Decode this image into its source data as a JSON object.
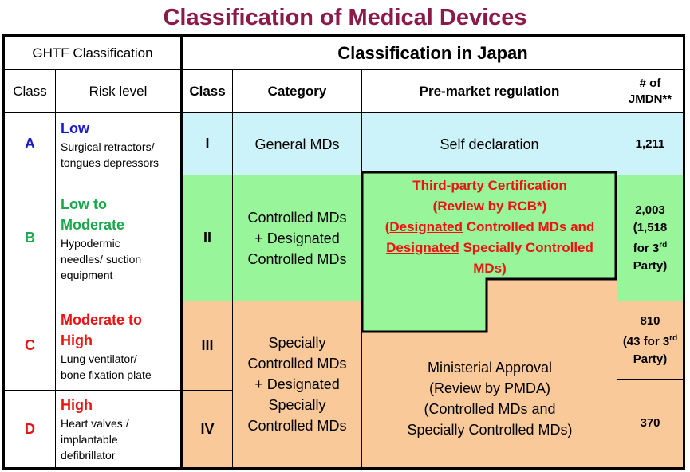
{
  "title": "Classification of Medical Devices",
  "ghtf_header": "GHTF Classification",
  "japan_header": "Classification in Japan",
  "columns": {
    "class": "Class",
    "risk_level": "Risk level",
    "japan_class": "Class",
    "category": "Category",
    "premarket": "Pre-market regulation",
    "jmdn_line1": "# of",
    "jmdn_line2": "JMDN**"
  },
  "rows": [
    {
      "ghtf_class": "A",
      "risk": "Low",
      "risk_color": "#1a1acc",
      "examples": [
        "Surgical retractors/",
        "tongues depressors"
      ],
      "japan_class": "I",
      "count": "1,211"
    },
    {
      "ghtf_class": "B",
      "risk_lines": [
        "Low to",
        "Moderate"
      ],
      "risk_color": "#1aa84a",
      "examples": [
        "Hypodermic",
        "needles/ suction",
        "equipment"
      ],
      "japan_class": "II",
      "count": "2,003",
      "count_note": [
        "(1,518",
        "for 3",
        "rd",
        "Party)"
      ]
    },
    {
      "ghtf_class": "C",
      "risk_lines": [
        "Moderate to",
        "High"
      ],
      "risk_color": "#ee1111",
      "examples": [
        "Lung ventilator/",
        "bone fixation plate"
      ],
      "japan_class": "III",
      "count": "810",
      "count_note": [
        "(43 for 3",
        "rd",
        "Party)"
      ]
    },
    {
      "ghtf_class": "D",
      "risk": "High",
      "risk_color": "#ee1111",
      "examples": [
        "Heart valves /",
        "implantable",
        "defibrillator"
      ],
      "japan_class": "IV",
      "count": "370"
    }
  ],
  "categories": {
    "general": "General MDs",
    "controlled": [
      "Controlled MDs",
      "+ Designated",
      "Controlled MDs"
    ],
    "specially": [
      "Specially",
      "Controlled MDs",
      "+ Designated",
      "Specially",
      "Controlled MDs"
    ]
  },
  "regulation": {
    "self": "Self declaration",
    "third_party": {
      "line1": "Third-party Certification",
      "line2": "(Review by RCB*)",
      "line3_pre": "(",
      "line3_u": "Designated",
      "line3_post": " Controlled MDs and",
      "line4_u": "Designated",
      "line4_post": " Specially Controlled",
      "line5": "MDs)"
    },
    "ministerial": [
      "Ministerial Approval",
      "(Review by PMDA)",
      "(Controlled MDs and",
      "Specially Controlled MDs)"
    ]
  },
  "colors": {
    "title": "#8b1a4a",
    "class_i_bg": "#ccf3fa",
    "class_ii_bg": "#99f599",
    "class_iii_iv_bg": "#f9c999",
    "third_party_text": "#ee1111"
  }
}
